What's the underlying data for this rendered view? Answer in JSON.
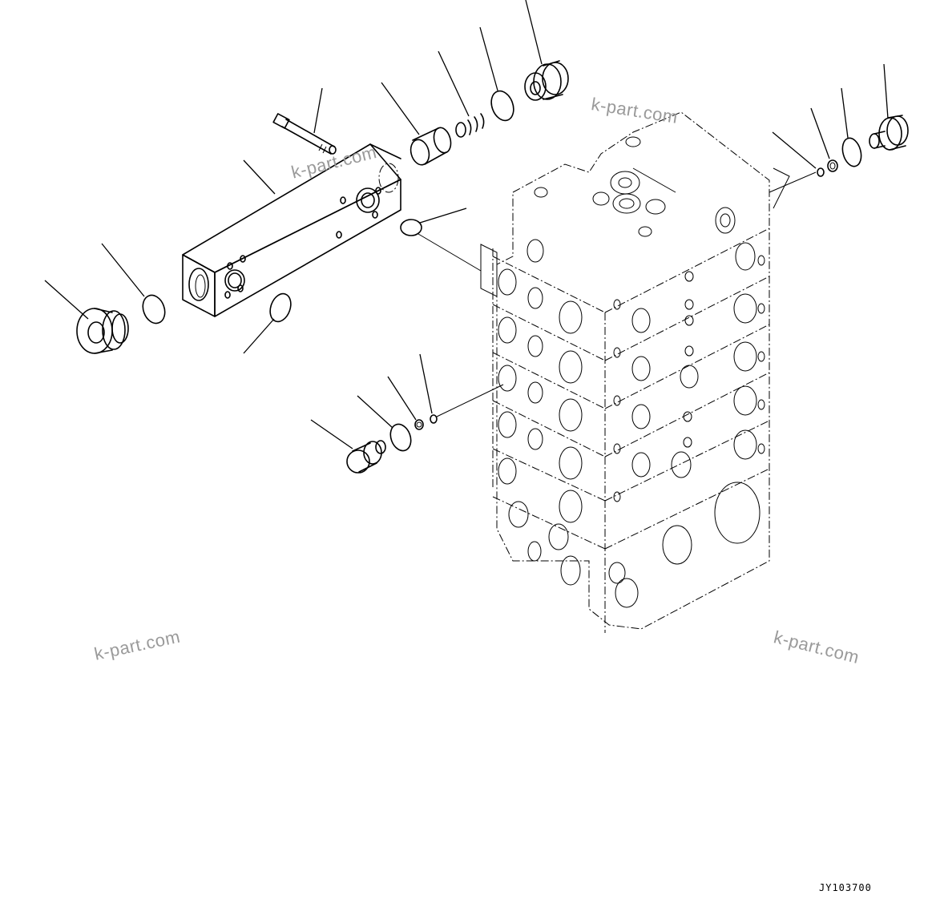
{
  "diagram": {
    "type": "exploded-parts-view",
    "subject": "hydraulic control valve assembly (multi-section valve block) with end cover block, plugs, O-rings, backup rings, spring and spool",
    "drawing_code": "JY103700",
    "watermarks": [
      "k-part.com",
      "k-part.com",
      "k-part.com",
      "k-part.com"
    ],
    "line_color": "#000000",
    "watermark_color": "#9a9a9a",
    "background": "#ffffff"
  },
  "parts": [
    {
      "id": "bolt",
      "label": "bolt",
      "position": "upper-left"
    },
    {
      "id": "cover-block",
      "label": "rectangular cover block",
      "position": "left"
    },
    {
      "id": "plug-left",
      "label": "plug",
      "position": "far-left"
    },
    {
      "id": "oring-left",
      "label": "O-ring",
      "position": "left"
    },
    {
      "id": "oring-under-block",
      "label": "O-ring",
      "position": "below cover block"
    },
    {
      "id": "oring-mid",
      "label": "O-ring",
      "position": "center"
    },
    {
      "id": "sleeve",
      "label": "sleeve / spool",
      "position": "top-center"
    },
    {
      "id": "spring",
      "label": "spring",
      "position": "top-center"
    },
    {
      "id": "oring-top",
      "label": "O-ring",
      "position": "top-center"
    },
    {
      "id": "plug-top",
      "label": "plug",
      "position": "top"
    },
    {
      "id": "oring-right-small",
      "label": "O-ring",
      "position": "right"
    },
    {
      "id": "backup-ring-right",
      "label": "backup ring",
      "position": "right"
    },
    {
      "id": "oring-right",
      "label": "O-ring",
      "position": "right"
    },
    {
      "id": "plug-right",
      "label": "relief plug",
      "position": "far-right"
    },
    {
      "id": "plug-lower",
      "label": "relief plug",
      "position": "lower-center"
    },
    {
      "id": "oring-lower",
      "label": "O-ring",
      "position": "lower-center"
    },
    {
      "id": "backup-ring-lower",
      "label": "backup ring",
      "position": "lower-center"
    },
    {
      "id": "oring-lower-small",
      "label": "O-ring",
      "position": "lower-center"
    },
    {
      "id": "valve-body",
      "label": "control valve body (phantom)",
      "position": "center-right"
    }
  ]
}
